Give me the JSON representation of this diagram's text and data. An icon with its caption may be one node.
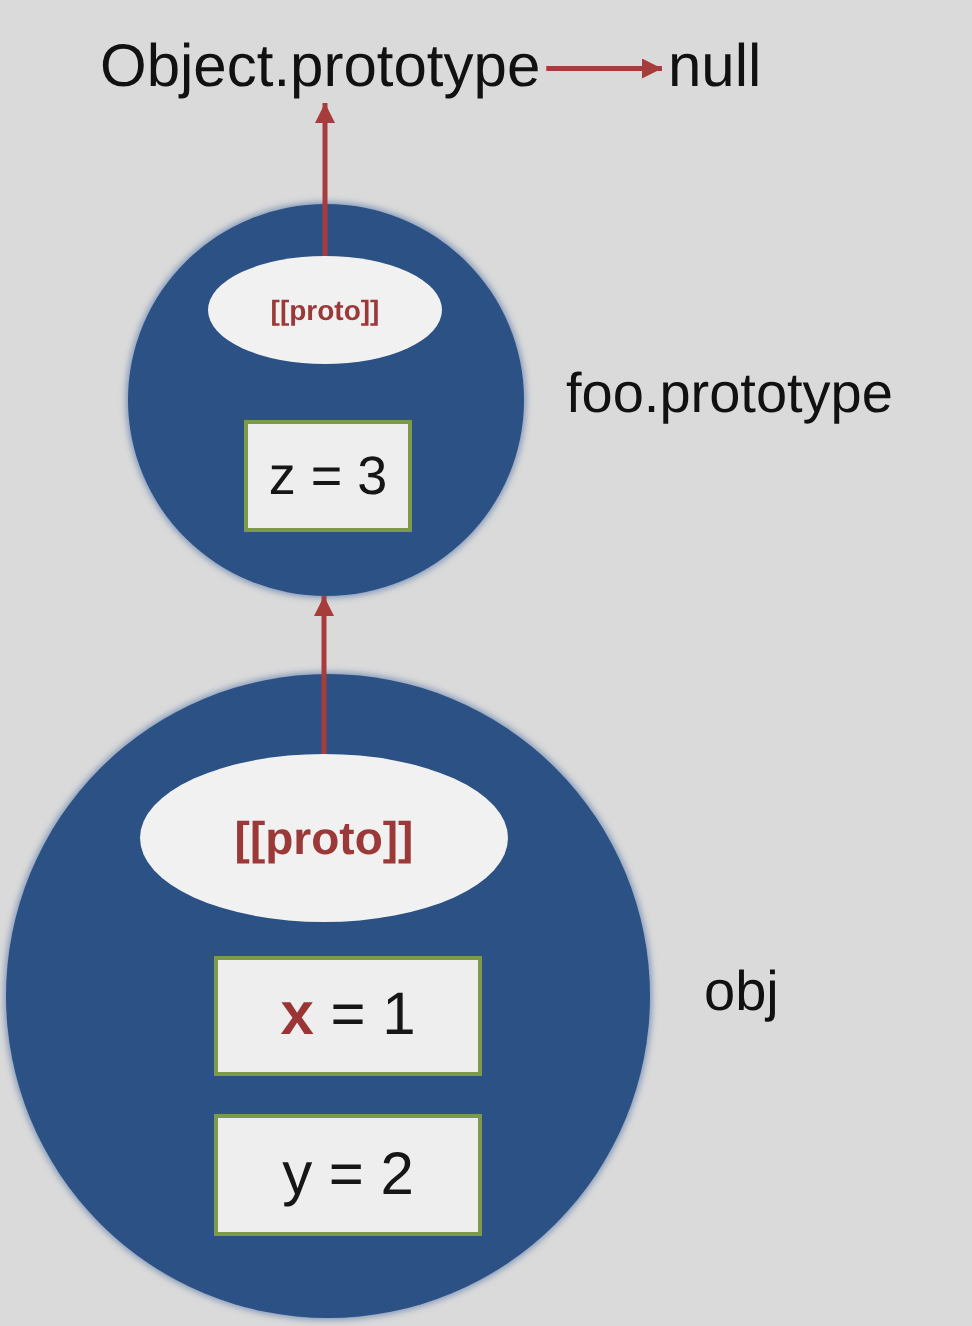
{
  "diagram": {
    "nodes": [
      {
        "text": [
          "Object.prototype"
        ]
      },
      {
        "text": [
          "null"
        ]
      },
      {
        "text": [],
        "shape": "circle",
        "beside": [
          "foo.prototype"
        ]
      },
      {
        "text": [
          "[[proto]]"
        ],
        "in": 2
      },
      {
        "text": [
          "z = 3"
        ],
        "in": 2
      },
      {
        "text": [],
        "shape": "circle",
        "beside": [
          "obj"
        ]
      },
      {
        "text": [
          "[[proto]]"
        ],
        "in": 5
      },
      {
        "text": [
          "**x** = 1"
        ],
        "in": 5
      },
      {
        "text": [
          "y = 2"
        ],
        "in": 5
      }
    ],
    "edges": [
      {
        "from": 0,
        "to": 1,
        "arrow": "to"
      },
      {
        "from": 3,
        "to": 0,
        "arrow": "to"
      },
      {
        "from": 6,
        "to": 2,
        "arrow": "to"
      }
    ]
  }
}
